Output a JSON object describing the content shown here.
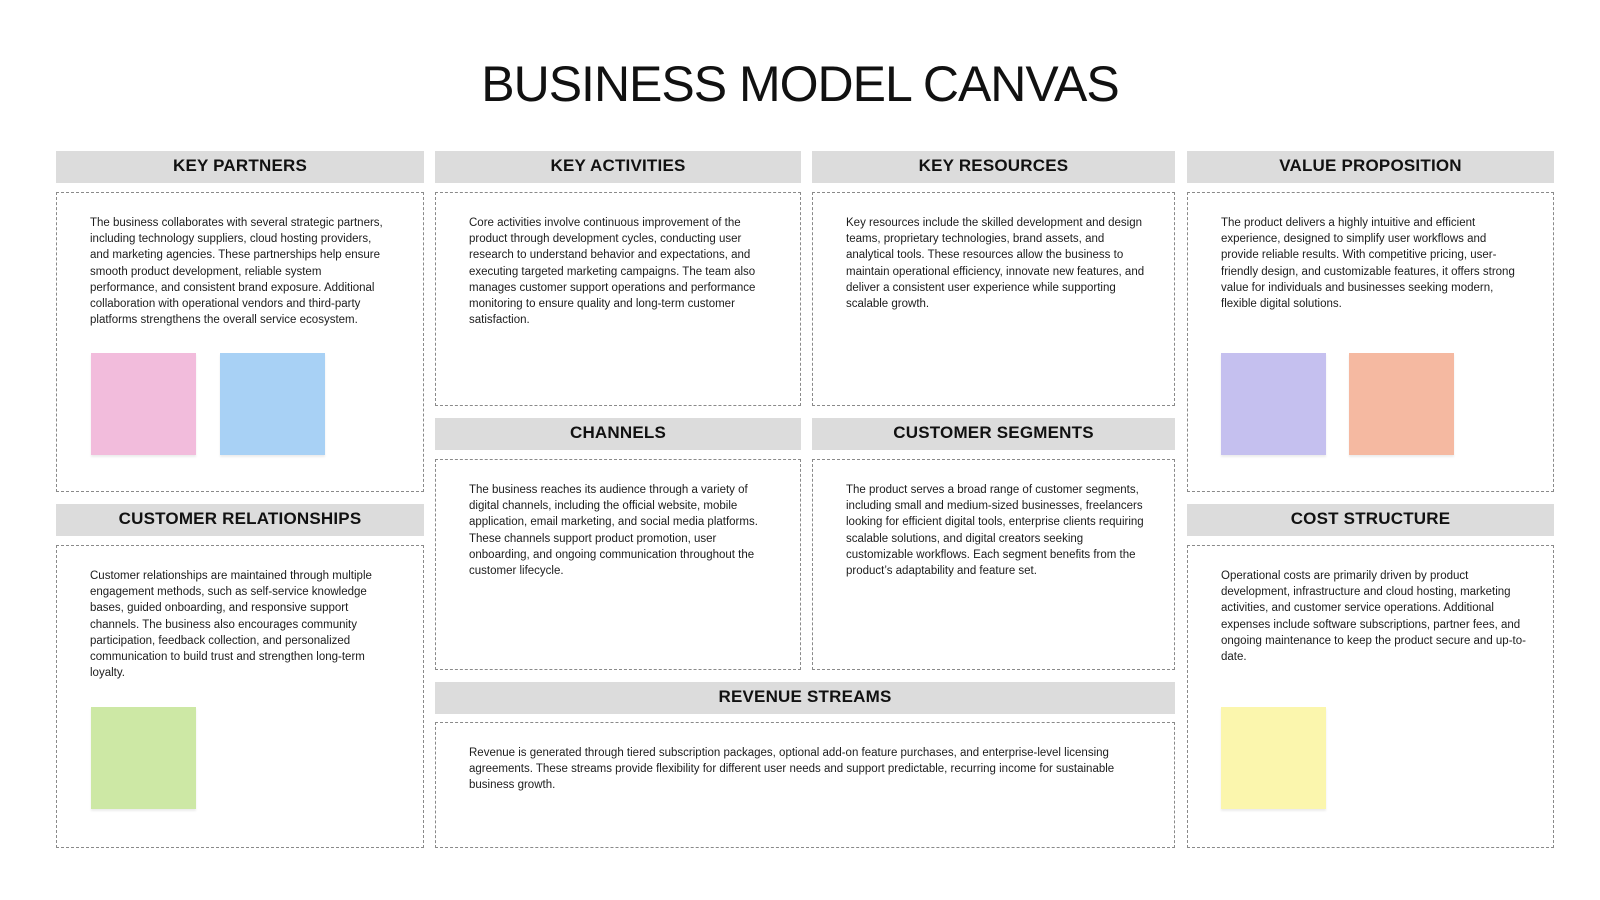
{
  "page": {
    "title": "BUSINESS MODEL CANVAS"
  },
  "sections": {
    "key_partners": {
      "heading": "KEY PARTNERS",
      "text": "The business collaborates with several strategic partners, including technology suppliers, cloud hosting providers, and marketing agencies. These partnerships help ensure smooth product development, reliable system performance, and consistent brand exposure. Additional collaboration with operational vendors and third-party platforms strengthens the overall service ecosystem."
    },
    "key_activities": {
      "heading": "KEY ACTIVITIES",
      "text": "Core activities involve continuous improvement of the product through development cycles, conducting user research to understand behavior and expectations, and executing targeted marketing campaigns. The team also manages customer support operations and performance monitoring to ensure quality and long-term customer satisfaction."
    },
    "key_resources": {
      "heading": "KEY RESOURCES",
      "text": "Key resources include the skilled development and design teams, proprietary technologies, brand assets, and analytical tools. These resources allow the business to maintain operational efficiency, innovate new features, and deliver a consistent user experience while supporting scalable growth."
    },
    "value_proposition": {
      "heading": "VALUE PROPOSITION",
      "text": "The product delivers a highly intuitive and efficient experience, designed to simplify user workflows and provide reliable results. With competitive pricing, user-friendly design, and customizable features, it offers strong value for individuals and businesses seeking modern, flexible digital solutions."
    },
    "channels": {
      "heading": "CHANNELS",
      "text": "The business reaches its audience through a variety of digital channels, including the official website, mobile application, email marketing, and social media platforms. These channels support product promotion, user onboarding, and ongoing communication throughout the customer lifecycle."
    },
    "customer_segments": {
      "heading": "CUSTOMER SEGMENTS",
      "text": "The product serves a broad range of customer segments, including small and medium-sized businesses, freelancers looking for efficient digital tools, enterprise clients requiring scalable solutions, and digital creators seeking customizable workflows. Each segment benefits from the product’s adaptability and feature set."
    },
    "customer_relationships": {
      "heading": "CUSTOMER RELATIONSHIPS",
      "text": "Customer relationships are maintained through multiple engagement methods, such as self-service knowledge bases, guided onboarding, and responsive support channels. The business also encourages community participation, feedback collection, and personalized communication to build trust and strengthen long-term loyalty."
    },
    "cost_structure": {
      "heading": "COST STRUCTURE",
      "text": "Operational costs are primarily driven by product development, infrastructure and cloud hosting, marketing activities, and customer service operations. Additional expenses include software subscriptions, partner fees, and ongoing maintenance to keep the product secure and up-to-date."
    },
    "revenue_streams": {
      "heading": "REVENUE STREAMS",
      "text": "Revenue is generated through tiered subscription packages, optional add-on feature purchases, and enterprise-level licensing agreements. These streams provide flexibility for different user needs and support predictable, recurring income for sustainable business growth."
    }
  },
  "colors": {
    "header_bg": "#dcdcdc",
    "sticky_pink": "#f2bcdc",
    "sticky_blue": "#a8d1f5",
    "sticky_purple": "#c5c0ef",
    "sticky_orange": "#f5b9a1",
    "sticky_green": "#cde8a5",
    "sticky_yellow": "#fbf6ad"
  }
}
